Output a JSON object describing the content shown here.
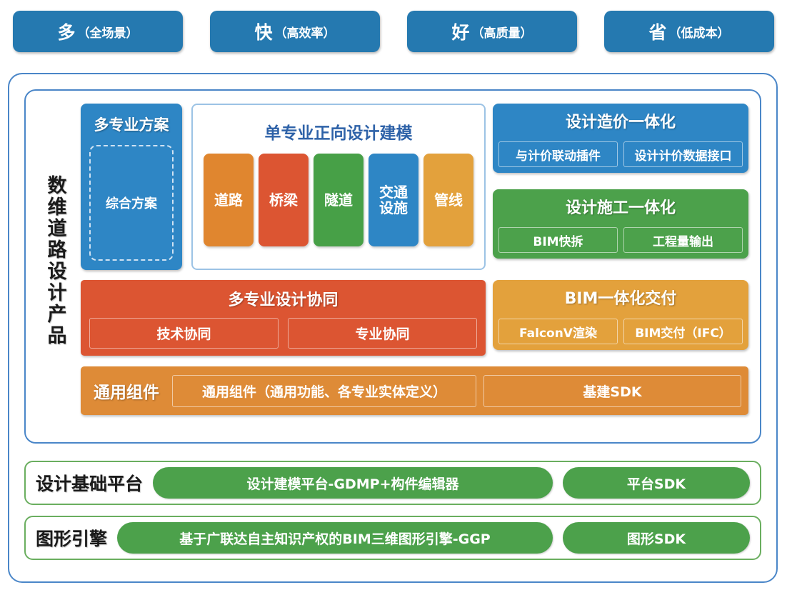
{
  "header": {
    "pills": [
      {
        "big": "多",
        "small": "（全场景）"
      },
      {
        "big": "快",
        "small": "（高效率）"
      },
      {
        "big": "好",
        "small": "（高质量）"
      },
      {
        "big": "省",
        "small": "（低成本）"
      }
    ]
  },
  "product": {
    "vertical_title": "数维道路设计产品",
    "scheme": {
      "title": "多专业方案",
      "inner": "综合方案"
    },
    "single_design": {
      "title": "单专业正向设计建模",
      "disciplines": [
        {
          "label": "道路",
          "color": "#E0862F"
        },
        {
          "label": "桥梁",
          "color": "#DC5532"
        },
        {
          "label": "隧道",
          "color": "#47A047"
        },
        {
          "label": "交通\n设施",
          "color": "#2E86C5"
        },
        {
          "label": "管线",
          "color": "#E3A13C"
        }
      ]
    },
    "integrations": [
      {
        "title": "设计造价一体化",
        "color": "#2E86C5",
        "subs": [
          "与计价联动插件",
          "设计计价数据接口"
        ]
      },
      {
        "title": "设计施工一体化",
        "color": "#4CA14B",
        "subs": [
          "BIM快拆",
          "工程量输出"
        ]
      },
      {
        "title": "BIM一体化交付",
        "color": "#E3A13C",
        "subs": [
          "FalconV渲染",
          "BIM交付（IFC）"
        ]
      }
    ],
    "collaboration": {
      "title": "多专业设计协同",
      "color": "#DC5532",
      "subs": [
        "技术协同",
        "专业协同"
      ]
    },
    "common_components": {
      "label": "通用组件",
      "color": "#DE8B37",
      "cells": [
        "通用组件（通用功能、各专业实体定义）",
        "基建SDK"
      ]
    }
  },
  "platforms": [
    {
      "label": "设计基础平台",
      "color": "#4CA14B",
      "main": "设计建模平台-GDMP+构件编辑器",
      "sdk": "平台SDK"
    },
    {
      "label": "图形引擎",
      "color": "#4CA14B",
      "main": "基于广联达自主知识产权的BIM三维图形引擎-GGP",
      "sdk": "图形SDK"
    }
  ],
  "colors": {
    "header_pill": "#2579B0",
    "frame_blue": "#4A86C8",
    "frame_green": "#6AAE5F",
    "blue": "#2E86C5",
    "green": "#4CA14B",
    "red": "#DC5532",
    "orange": "#DE8B37",
    "amber": "#E3A13C"
  }
}
